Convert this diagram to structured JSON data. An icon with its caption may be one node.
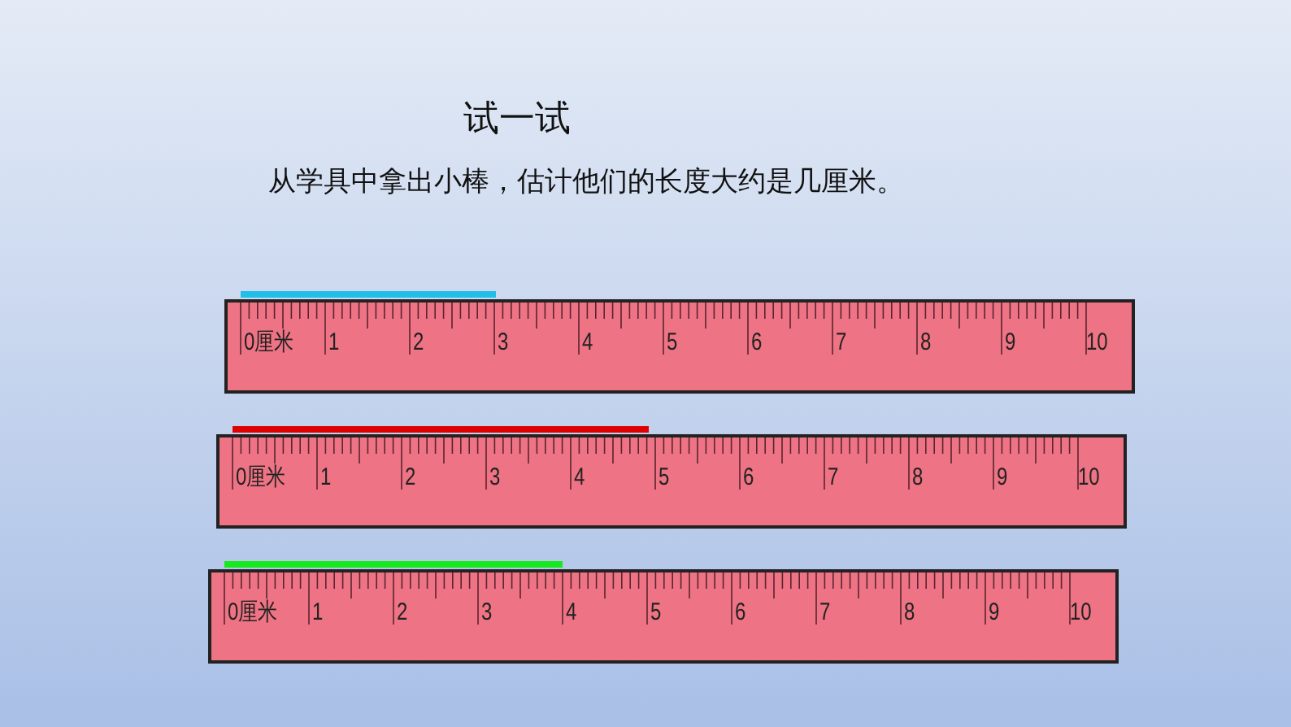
{
  "diagram": {
    "title": "试一试",
    "nodes": [
      {
        "text": [],
        "shape": "bar"
      },
      {
        "text": [
          "0厘米",
          "1",
          "2",
          "3",
          "4",
          "5",
          "6",
          "7",
          "8",
          "9",
          "10"
        ]
      },
      {
        "text": [],
        "shape": "bar"
      },
      {
        "text": [
          "0厘米",
          "1",
          "2",
          "3",
          "4",
          "5",
          "6",
          "7",
          "8",
          "9",
          "10"
        ]
      },
      {
        "text": [],
        "shape": "bar"
      },
      {
        "text": [
          "0厘米",
          "1",
          "2",
          "3",
          "4",
          "5",
          "6",
          "7",
          "8",
          "9",
          "10"
        ]
      }
    ],
    "labels": [
      "从学具中拿出小棒，估计他们的长度大约是几厘米。"
    ]
  }
}
